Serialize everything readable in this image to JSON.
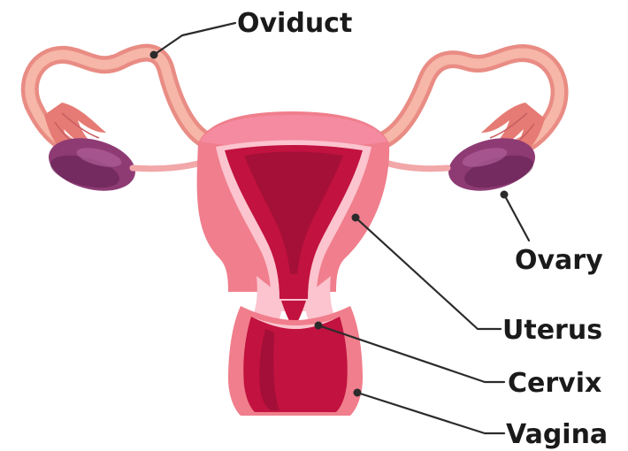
{
  "diagram": {
    "labels": {
      "oviduct": "Oviduct",
      "ovary": "Ovary",
      "uterus": "Uterus",
      "cervix": "Cervix",
      "vagina": "Vagina"
    },
    "colors": {
      "tube_outline": "#e98c84",
      "tube_fill": "#f6b6a8",
      "fimbriae": "#e57b74",
      "ovary": "#8e3b74",
      "ovary_dark": "#5e1f4f",
      "uterus_outer": "#f07e8c",
      "uterus_top": "#f58ba0",
      "lining_light": "#fbc4cf",
      "cavity": "#c2123f",
      "cavity_dark": "#8e0e33",
      "leader": "#2b2b2b",
      "text": "#1a1a1a"
    }
  }
}
